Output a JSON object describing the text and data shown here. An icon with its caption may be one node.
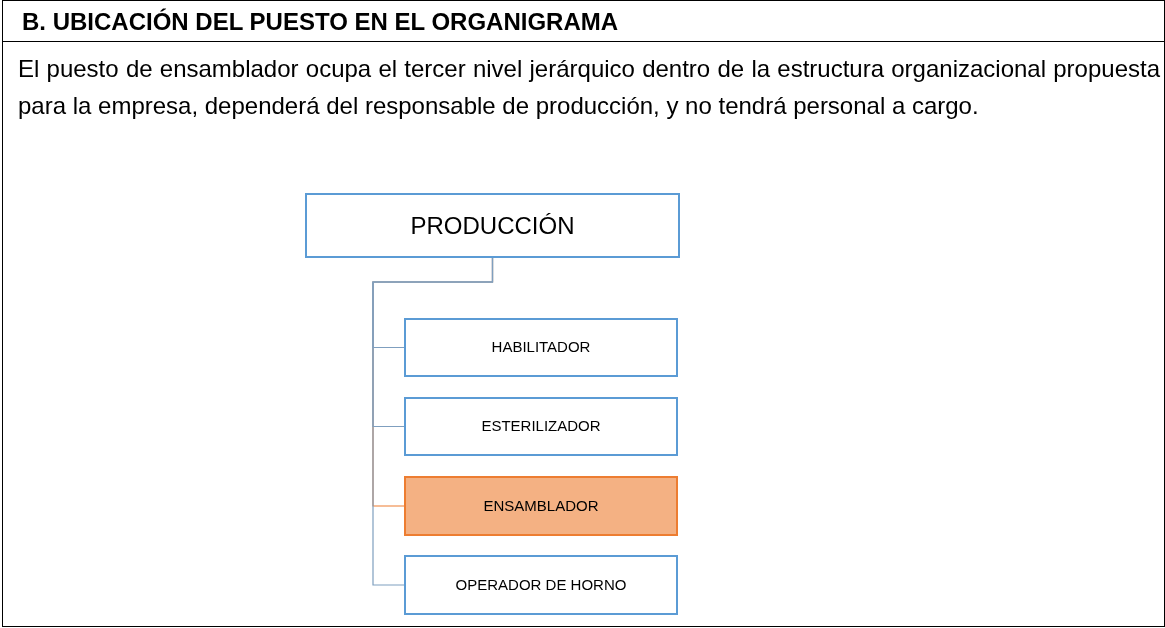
{
  "diagram": {
    "title": "B. UBICACIÓN DEL PUESTO EN EL ORGANIGRAMA",
    "nodes": [
      {
        "text": [
          "PRODUCCIÓN"
        ]
      },
      {
        "text": [
          "HABILITADOR"
        ]
      },
      {
        "text": [
          "ESTERILIZADOR"
        ]
      },
      {
        "text": [
          "ENSAMBLADOR"
        ]
      },
      {
        "text": [
          "OPERADOR DE HORNO"
        ]
      }
    ],
    "edges": [
      {
        "from": 0,
        "to": 1,
        "arrow": "none"
      },
      {
        "from": 0,
        "to": 2,
        "arrow": "none"
      },
      {
        "from": 0,
        "to": 3,
        "arrow": "none",
        "color": "#ed7d31"
      },
      {
        "from": 0,
        "to": 4,
        "arrow": "none"
      }
    ],
    "labels": [
      "El puesto de ensamblador ocupa el tercer nivel jerárquico dentro de la estructura organizacional propuesta para la empresa, dependerá del responsable de producción, y no tendrá personal a cargo."
    ]
  }
}
